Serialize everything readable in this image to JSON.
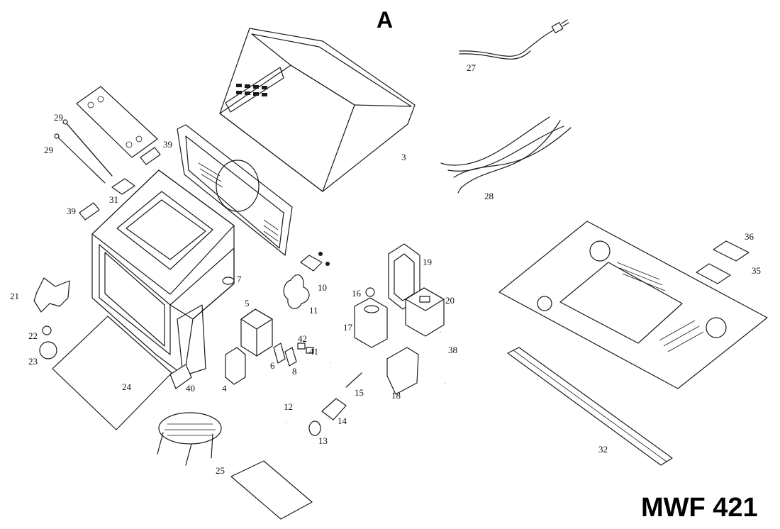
{
  "section_letter": "A",
  "model": "MWF 421",
  "callouts": {
    "p3": "3",
    "p4": "4",
    "p5": "5",
    "p6": "6",
    "p7": "7",
    "p8": "8",
    "p10": "10",
    "p11": "11",
    "p12": "12",
    "p13": "13",
    "p14": "14",
    "p15": "15",
    "p16": "16",
    "p17": "17",
    "p18": "18",
    "p19": "19",
    "p20": "20",
    "p21": "21",
    "p22": "22",
    "p23": "23",
    "p24": "24",
    "p25": "25",
    "p27": "27",
    "p28": "28",
    "p29a": "29",
    "p29b": "29",
    "p31": "31",
    "p32": "32",
    "p35": "35",
    "p36": "36",
    "p38": "38",
    "p39a": "39",
    "p39b": "39",
    "p40": "40",
    "p41": "41",
    "p42": "42"
  }
}
